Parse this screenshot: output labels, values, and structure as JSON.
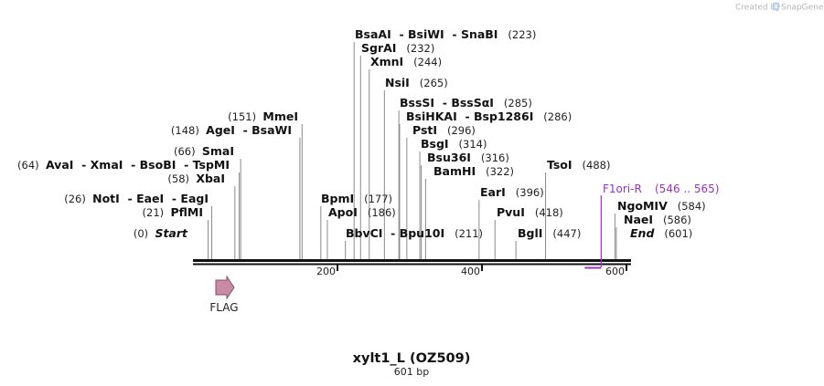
{
  "credit": {
    "prefix": "Created by",
    "brand": "SnapGene"
  },
  "sequence": {
    "name": "xylt1_L (OZ509)",
    "length_label": "601 bp",
    "length": 601
  },
  "axis": {
    "ticks": [
      {
        "pos": 200,
        "label": "200"
      },
      {
        "pos": 400,
        "label": "400"
      },
      {
        "pos": 600,
        "label": "600"
      }
    ]
  },
  "features": [
    {
      "name": "FLAG",
      "type": "cds-arrow",
      "start": 28,
      "end": 57,
      "color": "#c98aa6"
    }
  ],
  "primers": [
    {
      "name": "F1ori-R",
      "range_label": "(546 .. 565)",
      "start": 546,
      "end": 565,
      "color": "#9a30c8"
    }
  ],
  "sites": [
    {
      "id": "start",
      "positions": [
        "0"
      ],
      "pos_label": "(0)",
      "label_side": "left",
      "names": [
        "Start"
      ],
      "italic": true
    },
    {
      "id": "pfmi",
      "positions": [
        "21"
      ],
      "pos_label": "(21)",
      "label_side": "left",
      "names": [
        "PflMI"
      ]
    },
    {
      "id": "noti",
      "positions": [
        "26"
      ],
      "pos_label": "(26)",
      "label_side": "left",
      "names": [
        "NotI",
        "EaeI",
        "EagI"
      ]
    },
    {
      "id": "xbai",
      "positions": [
        "58"
      ],
      "pos_label": "(58)",
      "label_side": "left",
      "names": [
        "XbaI"
      ]
    },
    {
      "id": "avai",
      "positions": [
        "64"
      ],
      "pos_label": "(64)",
      "label_side": "left",
      "names": [
        "AvaI",
        "XmaI",
        "BsoBI",
        "TspMI"
      ]
    },
    {
      "id": "smai",
      "positions": [
        "66"
      ],
      "pos_label": "(66)",
      "label_side": "left",
      "names": [
        "SmaI"
      ]
    },
    {
      "id": "agei",
      "positions": [
        "148"
      ],
      "pos_label": "(148)",
      "label_side": "left",
      "names": [
        "AgeI",
        "BsaWI"
      ]
    },
    {
      "id": "mmei",
      "positions": [
        "151"
      ],
      "pos_label": "(151)",
      "label_side": "left",
      "names": [
        "MmeI"
      ]
    },
    {
      "id": "bpmi",
      "positions": [
        "177"
      ],
      "pos_label": "(177)",
      "label_side": "right",
      "names": [
        "BpmI"
      ]
    },
    {
      "id": "apoi",
      "positions": [
        "186"
      ],
      "pos_label": "(186)",
      "label_side": "right",
      "names": [
        "ApoI"
      ]
    },
    {
      "id": "bbvci",
      "positions": [
        "211"
      ],
      "pos_label": "(211)",
      "label_side": "right",
      "names": [
        "BbvCI",
        "Bpu10I"
      ]
    },
    {
      "id": "bsaai",
      "positions": [
        "223"
      ],
      "pos_label": "(223)",
      "label_side": "right",
      "names": [
        "BsaAI",
        "BsiWI",
        "SnaBI"
      ]
    },
    {
      "id": "sgrai",
      "positions": [
        "232"
      ],
      "pos_label": "(232)",
      "label_side": "right",
      "names": [
        "SgrAI"
      ]
    },
    {
      "id": "xmni",
      "positions": [
        "244"
      ],
      "pos_label": "(244)",
      "label_side": "right",
      "names": [
        "XmnI"
      ]
    },
    {
      "id": "nsii",
      "positions": [
        "265"
      ],
      "pos_label": "(265)",
      "label_side": "right",
      "names": [
        "NsiI"
      ]
    },
    {
      "id": "bsssi",
      "positions": [
        "285"
      ],
      "pos_label": "(285)",
      "label_side": "right",
      "names": [
        "BssSI",
        "BssSαI"
      ]
    },
    {
      "id": "bsihkai",
      "positions": [
        "286"
      ],
      "pos_label": "(286)",
      "label_side": "right",
      "names": [
        "BsiHKAI",
        "Bsp1286I"
      ]
    },
    {
      "id": "psti",
      "positions": [
        "296"
      ],
      "pos_label": "(296)",
      "label_side": "right",
      "names": [
        "PstI"
      ]
    },
    {
      "id": "bsgi",
      "positions": [
        "314"
      ],
      "pos_label": "(314)",
      "label_side": "right",
      "names": [
        "BsgI"
      ]
    },
    {
      "id": "bsu36i",
      "positions": [
        "316"
      ],
      "pos_label": "(316)",
      "label_side": "right",
      "names": [
        "Bsu36I"
      ]
    },
    {
      "id": "bamhi",
      "positions": [
        "322"
      ],
      "pos_label": "(322)",
      "label_side": "right",
      "names": [
        "BamHI"
      ]
    },
    {
      "id": "eari",
      "positions": [
        "396"
      ],
      "pos_label": "(396)",
      "label_side": "right",
      "names": [
        "EarI"
      ]
    },
    {
      "id": "pvui",
      "positions": [
        "418"
      ],
      "pos_label": "(418)",
      "label_side": "right",
      "names": [
        "PvuI"
      ]
    },
    {
      "id": "bgli",
      "positions": [
        "447"
      ],
      "pos_label": "(447)",
      "label_side": "right",
      "names": [
        "BglI"
      ]
    },
    {
      "id": "tsoi",
      "positions": [
        "488"
      ],
      "pos_label": "(488)",
      "label_side": "right",
      "names": [
        "TsoI"
      ]
    },
    {
      "id": "ngomiv",
      "positions": [
        "584"
      ],
      "pos_label": "(584)",
      "label_side": "right",
      "names": [
        "NgoMIV"
      ]
    },
    {
      "id": "naei",
      "positions": [
        "586"
      ],
      "pos_label": "(586)",
      "label_side": "right",
      "names": [
        "NaeI"
      ]
    },
    {
      "id": "end",
      "positions": [
        "601"
      ],
      "pos_label": "(601)",
      "label_side": "right",
      "names": [
        "End"
      ],
      "italic": true
    }
  ]
}
